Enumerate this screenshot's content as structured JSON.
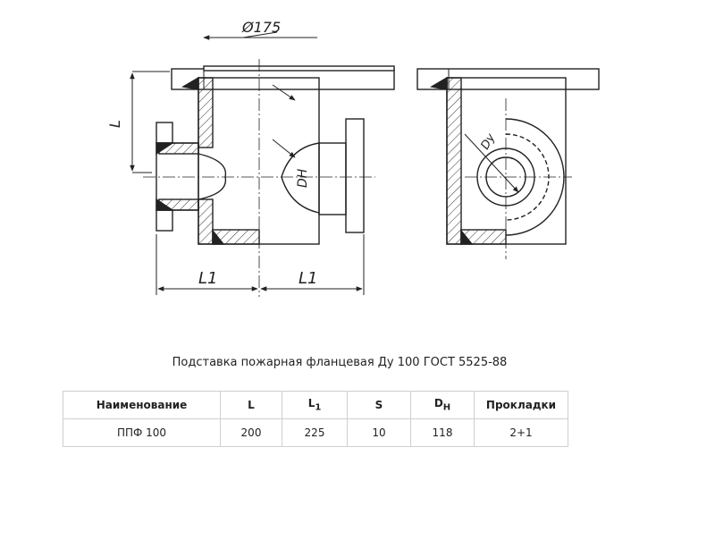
{
  "drawing": {
    "dim_diameter": "Ø175",
    "dim_L": "L",
    "dim_L1_left": "L1",
    "dim_L1_right": "L1",
    "dim_DH": "DН",
    "dim_Dy": "Dу"
  },
  "caption": "Подставка пожарная фланцевая Ду 100 ГОСТ 5525-88",
  "table": {
    "headers": {
      "name": "Наименование",
      "L": "L",
      "L1_base": "L",
      "L1_sub": "1",
      "S": "S",
      "DH_base": "D",
      "DH_sub": "Н",
      "gaskets": "Прокладки"
    },
    "row": {
      "name": "ППФ 100",
      "L": "200",
      "L1": "225",
      "S": "10",
      "DH": "118",
      "gaskets": "2+1"
    }
  }
}
